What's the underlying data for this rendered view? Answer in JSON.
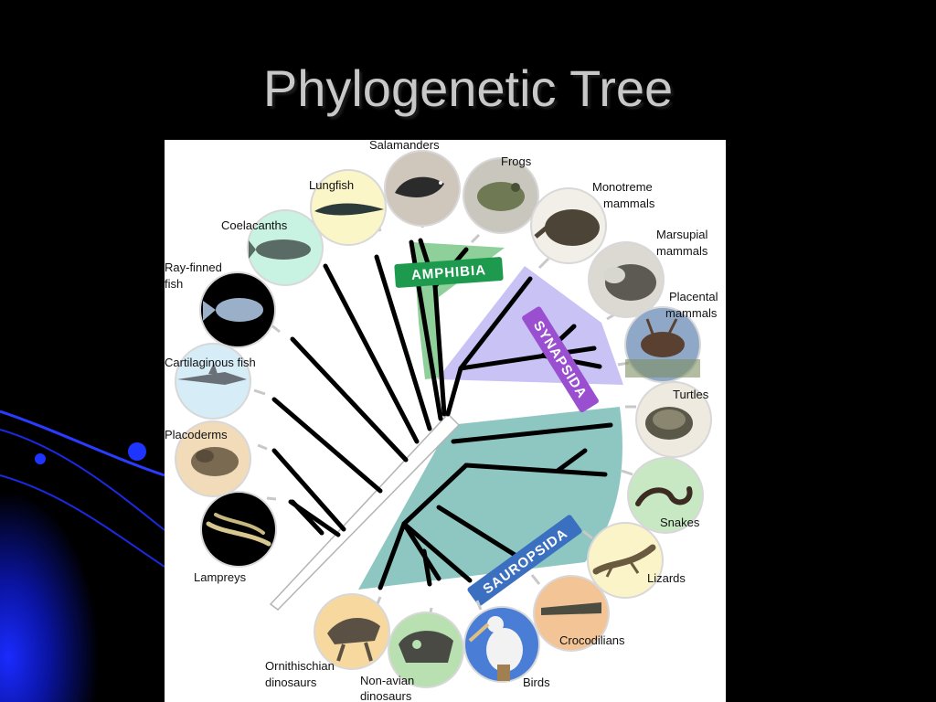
{
  "slide": {
    "title": "Phylogenetic Tree"
  },
  "clades": {
    "amphibia": {
      "label": "AMPHIBIA",
      "color": "#8fcf9a",
      "label_color": "#1e9a4f"
    },
    "synapsida": {
      "label": "SYNAPSIDA",
      "color": "#c9c2f5",
      "label_color": "#9a4fd0"
    },
    "sauropsida": {
      "label": "SAUROPSIDA",
      "color": "#8ec7c2",
      "label_color": "#3b6fc0"
    }
  },
  "taxa": {
    "salamanders": "Salamanders",
    "frogs": "Frogs",
    "monotreme_1": "Monotreme",
    "monotreme_2": "mammals",
    "marsupial_1": "Marsupial",
    "marsupial_2": "mammals",
    "placental_1": "Placental",
    "placental_2": "mammals",
    "turtles": "Turtles",
    "snakes": "Snakes",
    "lizards": "Lizards",
    "crocodilians": "Crocodilians",
    "birds": "Birds",
    "nonavian_1": "Non-avian",
    "nonavian_2": "dinosaurs",
    "ornithischian_1": "Ornithischian",
    "ornithischian_2": "dinosaurs",
    "lampreys": "Lampreys",
    "placoderms": "Placoderms",
    "cartilaginous": "Cartilaginous fish",
    "rayfinned_1": "Ray-finned",
    "rayfinned_2": "fish",
    "coelacanths": "Coelacanths",
    "lungfish": "Lungfish"
  },
  "icons": {
    "salamanders": "salamander-icon",
    "frogs": "frog-icon",
    "monotremes": "echidna-icon",
    "marsupials": "opossum-icon",
    "placentals": "deer-icon",
    "turtles": "turtle-icon",
    "snakes": "snake-icon",
    "lizards": "lizard-icon",
    "crocodilians": "crocodile-icon",
    "birds": "pelican-icon",
    "nonavian": "dinosaur-skull-icon",
    "ornithischian": "dinosaur-skeleton-icon",
    "lampreys": "lamprey-icon",
    "placoderms": "placoderm-icon",
    "cartilaginous": "shark-icon",
    "rayfinned": "fish-icon",
    "coelacanths": "coelacanth-icon",
    "lungfish": "lungfish-icon"
  }
}
